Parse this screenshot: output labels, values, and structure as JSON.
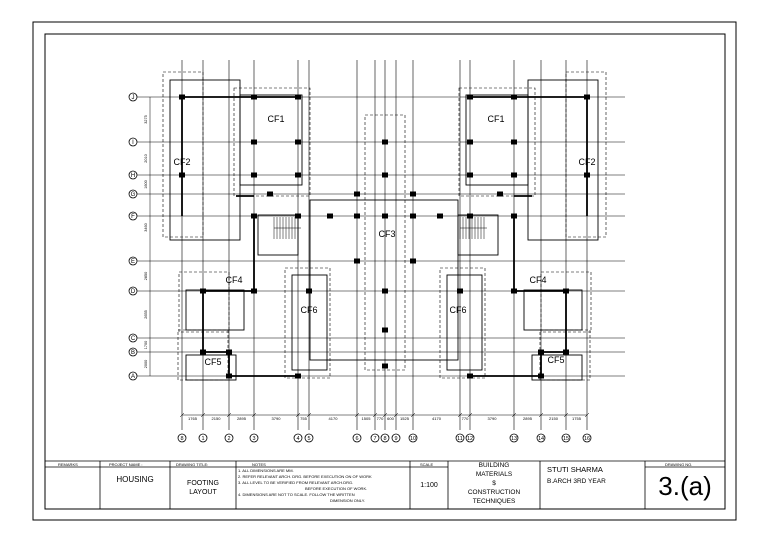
{
  "axis_letters": [
    "J",
    "I",
    "H",
    "G",
    "F",
    "E",
    "D",
    "C",
    "B",
    "A"
  ],
  "axis_numbers": [
    "8",
    "1",
    "2",
    "3",
    "4",
    "5",
    "6",
    "7",
    "8",
    "9",
    "10",
    "11",
    "12",
    "13",
    "14",
    "15",
    "16"
  ],
  "left_dims": [
    "3275",
    "2010",
    "1600",
    "3460",
    "2850",
    "2655",
    "1700",
    "2000"
  ],
  "bottom_dims": [
    "1765",
    "2150",
    "2895",
    "3790",
    "755",
    "4170",
    "1505",
    "770",
    "600",
    "1525",
    "4170",
    "770",
    "3790",
    "2895",
    "2150",
    "1755"
  ],
  "footing_labels": {
    "cf1_left": "CF1",
    "cf1_right": "CF1",
    "cf2_left": "CF2",
    "cf2_right": "CF2",
    "cf3": "CF3",
    "cf4_left": "CF4",
    "cf4_right": "CF4",
    "cf5_left": "CF5",
    "cf5_right": "CF5",
    "cf6_left": "CF6",
    "cf6_right": "CF6"
  },
  "title_block": {
    "remarks_label": "REMARKS",
    "project_name_label": "PROJECT NAME :",
    "project_name": "HOUSING",
    "drawing_title_label": "DRAWING TITLE:",
    "drawing_title_line1": "FOOTING",
    "drawing_title_line2": "LAYOUT",
    "notes_label": "NOTES",
    "notes": [
      "1.  ALL DIMENSIONS ARE  MM.",
      "2. REFER RELEVANT ARCH.  DRG. BEFORE EXECUTION ON OF WORK",
      "3. ALL LEVEL TO BE VERIFIED FROM RELEVANT ARCH.DRG.",
      "BEFORE  EXECUTION OF WORK.",
      "4. DIMENSIONS ARE NOT  TO SCALE. FOLLOW THE WRITTEN",
      "DIMENSION  ONLY."
    ],
    "scale_label": "SCALE",
    "scale": "1:100",
    "subject_line1": "BUILDING",
    "subject_line2": "MATERIALS",
    "subject_line3": "$",
    "subject_line4": "CONSTRUCTION",
    "subject_line5": "TECHNIQUES",
    "student_name": "STUTI SHARMA",
    "student_class": "B.ARCH 3RD YEAR",
    "drawing_no_label": "DRAWING NO.",
    "drawing_no": "3.(a)"
  }
}
